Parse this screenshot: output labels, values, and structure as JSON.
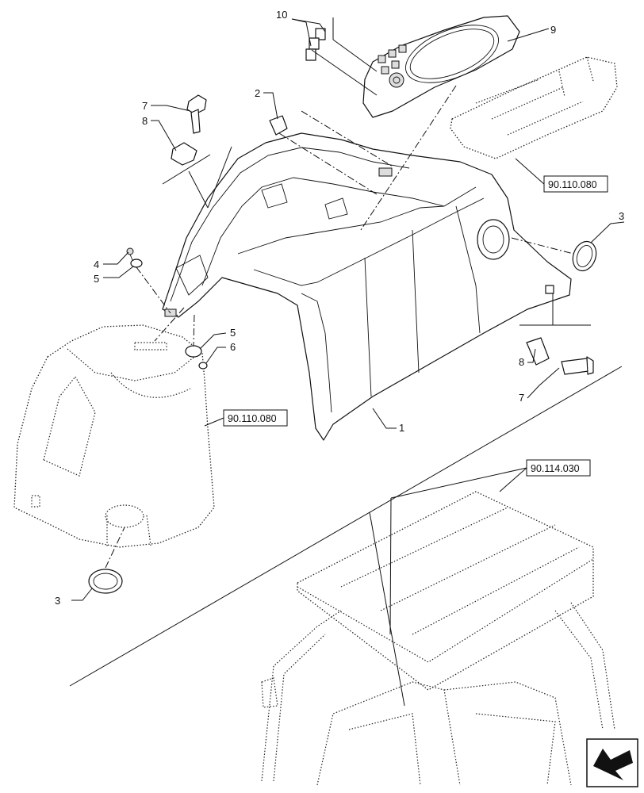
{
  "callouts": {
    "c1": "1",
    "c2": "2",
    "c3a": "3",
    "c3b": "3",
    "c4": "4",
    "c5a": "5",
    "c5b": "5",
    "c6": "6",
    "c7a": "7",
    "c7b": "7",
    "c8a": "8",
    "c8b": "8",
    "c9": "9",
    "c10": "10"
  },
  "references": {
    "ref_top_right": "90.110.080",
    "ref_left": "90.110.080",
    "ref_cab": "90.114.030"
  },
  "nav_icon": "arrow-icon"
}
